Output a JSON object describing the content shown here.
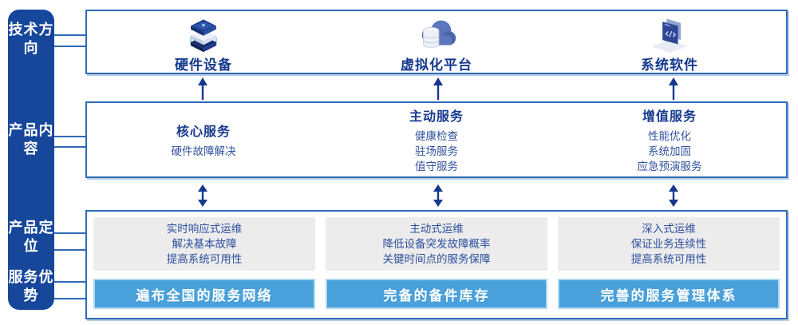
{
  "colors": {
    "sidebar_blue": "#17479b",
    "panel_border_blue": "#2e6bb6",
    "heading_navy": "#16398f",
    "body_blue": "#31529f",
    "gray_box": "#ececec",
    "advantage_bar_blue": "#49a0da",
    "advantage_bar_border": "#aed8f1",
    "arrow_navy": "#16398f"
  },
  "sidebar": {
    "groups": [
      {
        "label": "技术方向"
      },
      {
        "label": "产品内容"
      },
      {
        "label": "产品定位"
      },
      {
        "label": "服务优势"
      }
    ]
  },
  "tech_row": {
    "items": [
      {
        "icon": "server-stack-icon",
        "label": "硬件设备"
      },
      {
        "icon": "cloud-database-icon",
        "label": "虚拟化平台"
      },
      {
        "icon": "code-window-icon",
        "label": "系统软件"
      }
    ]
  },
  "content_row": {
    "columns": [
      {
        "title": "核心服务",
        "items": [
          "硬件故障解决"
        ]
      },
      {
        "title": "主动服务",
        "items": [
          "健康检查",
          "驻场服务",
          "值守服务"
        ]
      },
      {
        "title": "增值服务",
        "items": [
          "性能优化",
          "系统加固",
          "应急预演服务"
        ]
      }
    ]
  },
  "position_row": {
    "columns": [
      {
        "points": [
          "实时响应式运维",
          "解决基本故障",
          "提高系统可用性"
        ],
        "advantage": "遍布全国的服务网络"
      },
      {
        "points": [
          "主动式运维",
          "降低设备突发故障概率",
          "关键时间点的服务保障"
        ],
        "advantage": "完备的备件库存"
      },
      {
        "points": [
          "深入式运维",
          "保证业务连续性",
          "提高系统可用性"
        ],
        "advantage": "完善的服务管理体系"
      }
    ]
  }
}
